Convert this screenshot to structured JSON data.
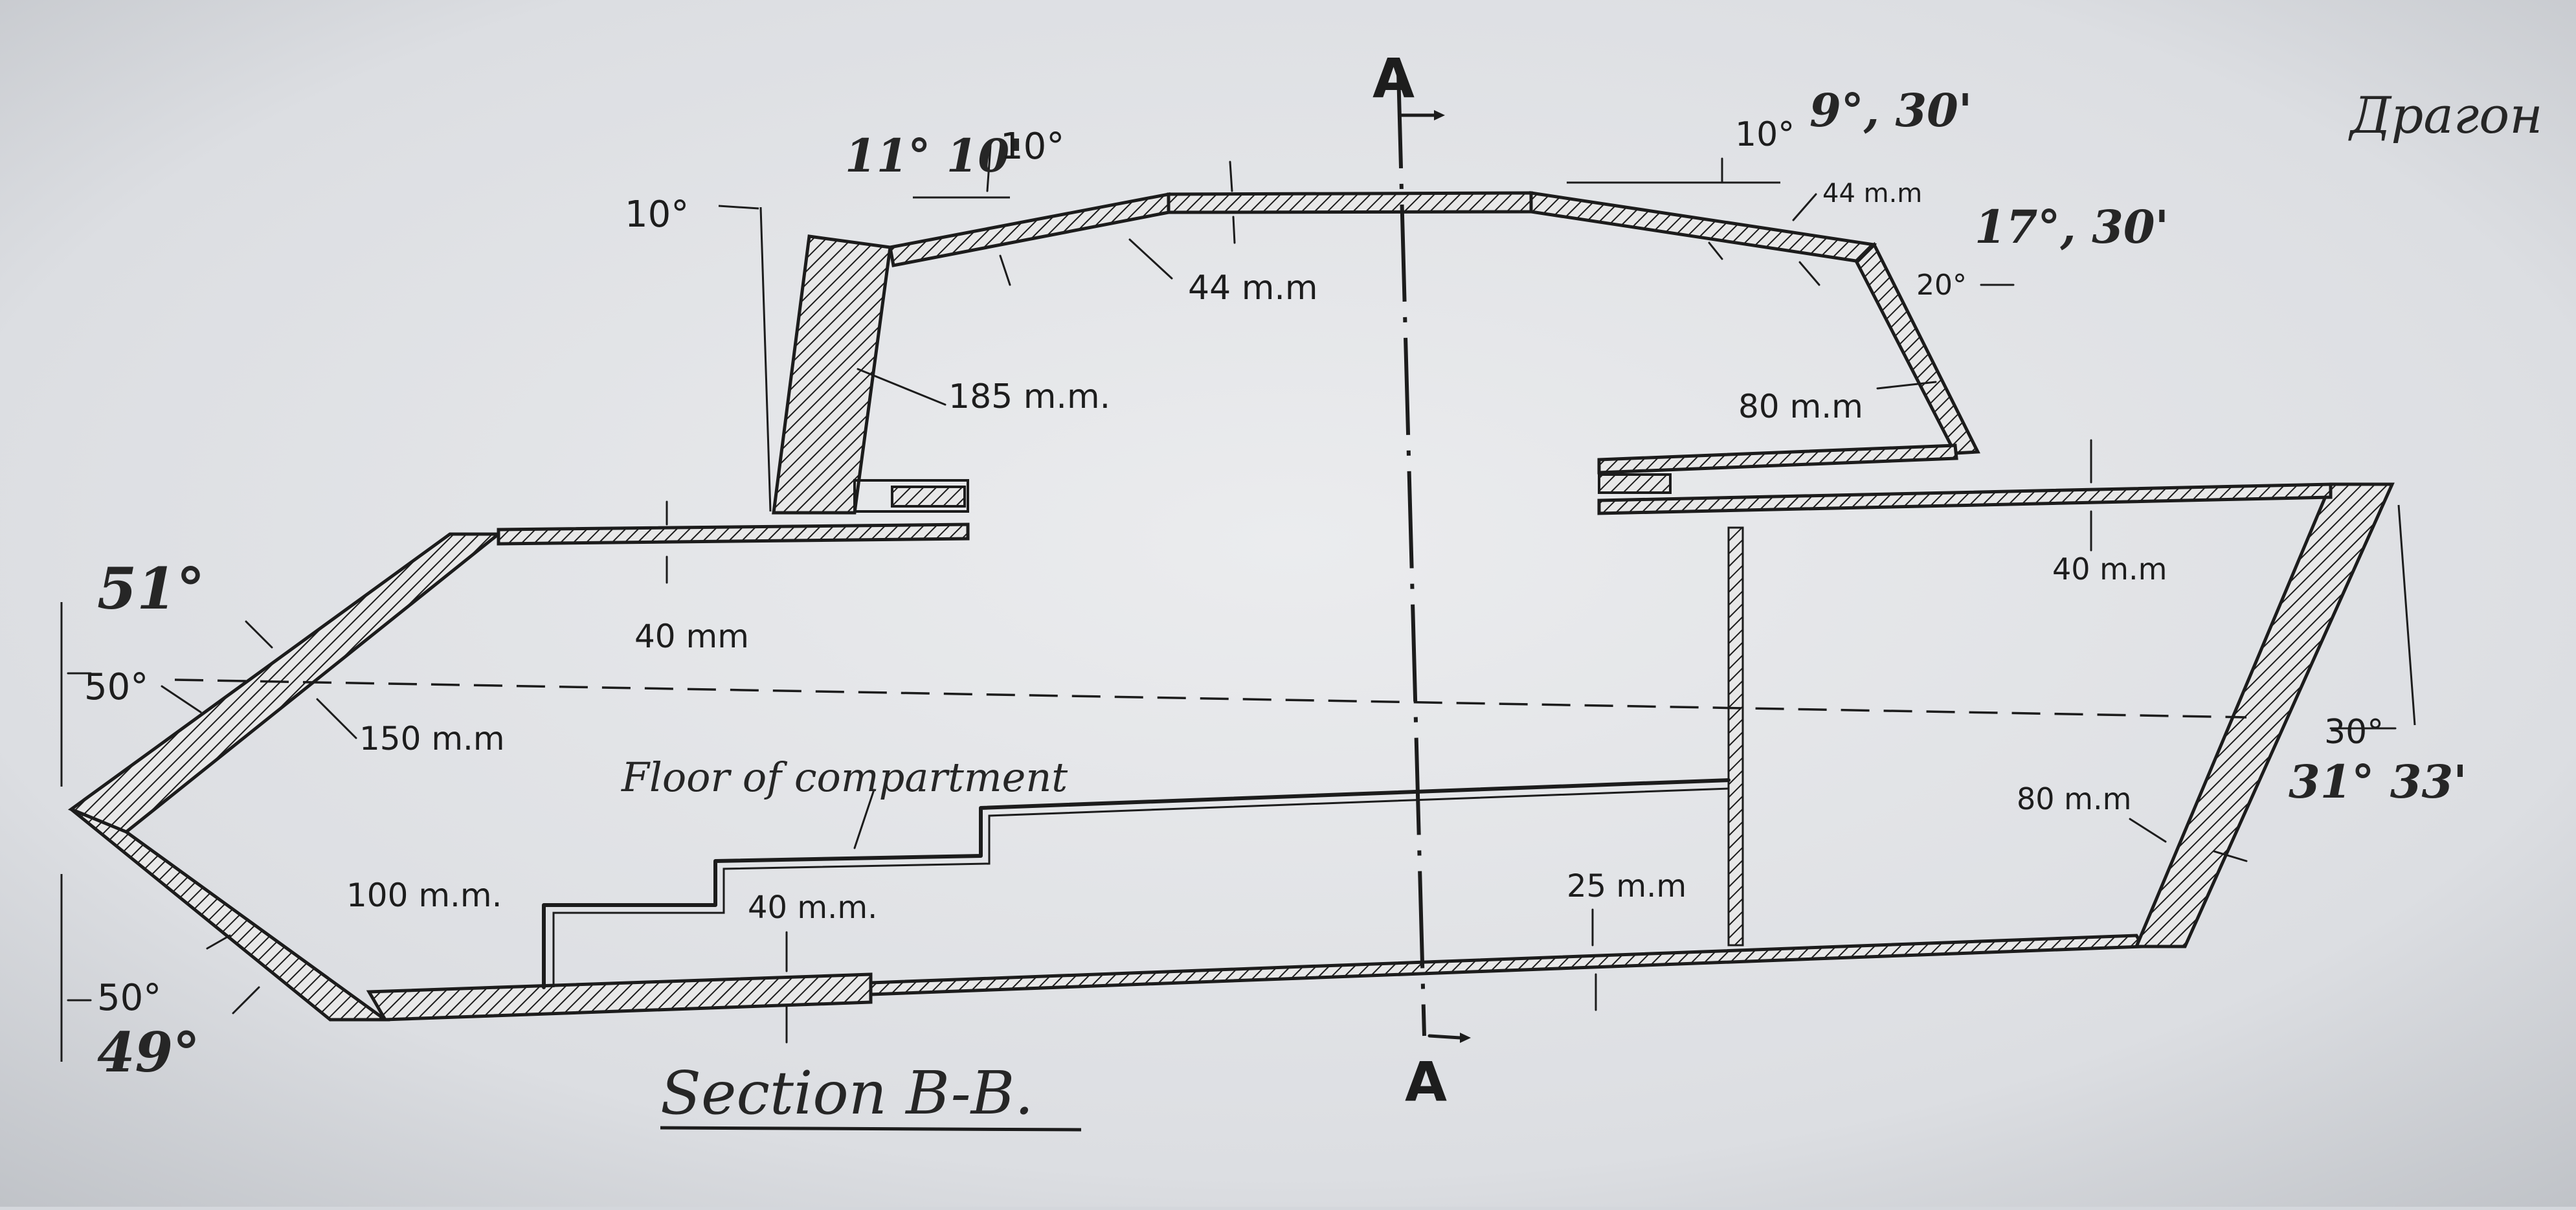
{
  "section_label": "Section B-B.",
  "note": "Драгон",
  "section_marker_top": "A",
  "section_marker_bottom": "A",
  "dimensions": {
    "nose_upper_angle_1": "51°",
    "nose_upper_angle_2": "50°",
    "nose_upper_thickness": "150 m.m",
    "nose_lower_thickness": "100 m.m.",
    "nose_lower_angle_1": "50°",
    "nose_lower_angle_2": "49°",
    "hull_roof_front": "40 mm",
    "floor_label": "Floor of compartment",
    "floor_thickness": "40 m.m.",
    "floor_mid_thickness": "25 m.m",
    "turret_front_angle": "10°",
    "turret_mantlet_angle": "11° 10'",
    "turret_roof_angle": "10°",
    "turret_roof_thickness": "44 m.m",
    "turret_front_thickness": "185 m.m.",
    "turret_rear_roof_angle": "10°",
    "turret_rear_roof_angle_alt": "9°, 30'",
    "turret_rear_roof_thickness": "44 m.m",
    "turret_rear_angle": "17°, 30'",
    "turret_rear_side_angle": "20°",
    "turret_rear_thickness": "80 m.m",
    "hull_roof_rear": "40 m.m",
    "rear_plate_thickness": "80 m.m",
    "rear_angle_1": "30°",
    "rear_angle_2": "31° 33'"
  }
}
